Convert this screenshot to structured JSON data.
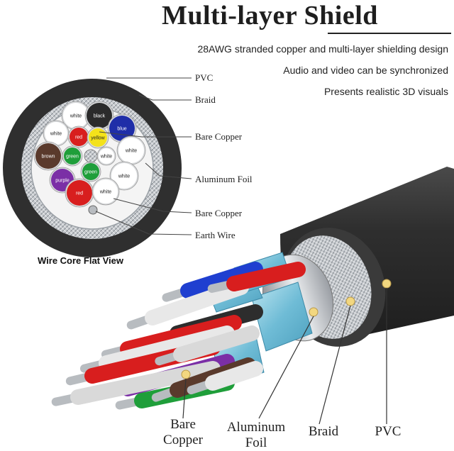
{
  "header": {
    "title": "Multi-layer Shield"
  },
  "features": [
    "28AWG stranded copper and multi-layer shielding design",
    "Audio and video can be synchronized",
    "Presents realistic 3D visuals"
  ],
  "cross_section": {
    "layer_labels": [
      "PVC",
      "Braid",
      "Bare Copper",
      "Aluminum Foil",
      "Bare Copper",
      "Earth Wire"
    ],
    "caption": "Wire Core Flat View",
    "cores": [
      {
        "label": "white",
        "fill": "#ffffff",
        "text": "#222222"
      },
      {
        "label": "black",
        "fill": "#2b2b2b",
        "text": "#ffffff"
      },
      {
        "label": "blue",
        "fill": "#1f2ea8",
        "text": "#ffffff"
      },
      {
        "label": "white",
        "fill": "#ffffff",
        "text": "#222222"
      },
      {
        "label": "red",
        "fill": "#d81e1e",
        "text": "#ffffff"
      },
      {
        "label": "yellow",
        "fill": "#f4e21a",
        "text": "#222222"
      },
      {
        "label": "white",
        "fill": "#ffffff",
        "text": "#222222"
      },
      {
        "label": "brown",
        "fill": "#5a3a2c",
        "text": "#ffffff"
      },
      {
        "label": "green",
        "fill": "#1f9e3a",
        "text": "#ffffff"
      },
      {
        "label": "white",
        "fill": "#ffffff",
        "text": "#222222"
      },
      {
        "label": "purple",
        "fill": "#7b2fa6",
        "text": "#ffffff"
      },
      {
        "label": "green",
        "fill": "#1f9e3a",
        "text": "#ffffff"
      },
      {
        "label": "white",
        "fill": "#ffffff",
        "text": "#222222"
      },
      {
        "label": "red",
        "fill": "#d81e1e",
        "text": "#ffffff"
      },
      {
        "label": "white",
        "fill": "#ffffff",
        "text": "#222222"
      }
    ]
  },
  "bottom_labels": [
    "Bare Copper",
    "Aluminum Foil",
    "Braid",
    "PVC"
  ],
  "colors": {
    "jacket": "#2d2d2d",
    "braid": "#a9aeb3",
    "foil": "#7ec6dc",
    "marker": "#f2d780"
  }
}
